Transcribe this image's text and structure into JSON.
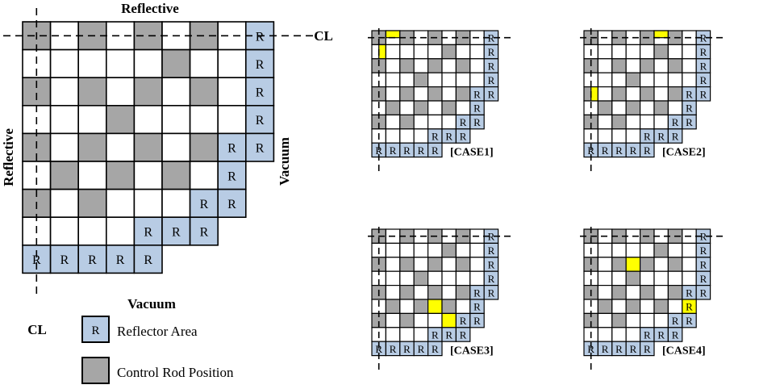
{
  "colors": {
    "reflector": "#b8cce4",
    "control_rod": "#a6a6a6",
    "fuel": "#ffffff",
    "highlight": "#ffff00",
    "line": "#000000"
  },
  "main_diagram": {
    "top_label": "Reflective",
    "left_label": "Reflective",
    "right_label": "Vacuum",
    "bottom_label": "Vacuum",
    "cl_right": "CL",
    "cl_bottom": "CL",
    "reflector_symbol": "R",
    "rows": [
      "GWGWGWGWR",
      "WWWWWGWWR",
      "GWGWGWGWR",
      "WWWGWWWWR",
      "GWGWGWGRR",
      "WGWGWGWR",
      "GWGWWWRR",
      "WWWWRRR",
      "RRRRR"
    ]
  },
  "legend": {
    "reflector_label": "Reflector Area",
    "control_rod_label": "Control Rod Position",
    "reflector_symbol": "R"
  },
  "cases": [
    {
      "label": "[CASE1]",
      "highlights": [
        [
          0,
          1,
          "h"
        ],
        [
          1,
          0,
          "v"
        ]
      ]
    },
    {
      "label": "[CASE2]",
      "highlights": [
        [
          0,
          5,
          "h"
        ],
        [
          4,
          0,
          "v"
        ]
      ]
    },
    {
      "label": "[CASE3]",
      "highlights": [
        [
          5,
          4,
          "f"
        ],
        [
          6,
          5,
          "f"
        ]
      ]
    },
    {
      "label": "[CASE4]",
      "highlights": [
        [
          5,
          7,
          "f"
        ],
        [
          2,
          3,
          "f"
        ]
      ]
    }
  ]
}
